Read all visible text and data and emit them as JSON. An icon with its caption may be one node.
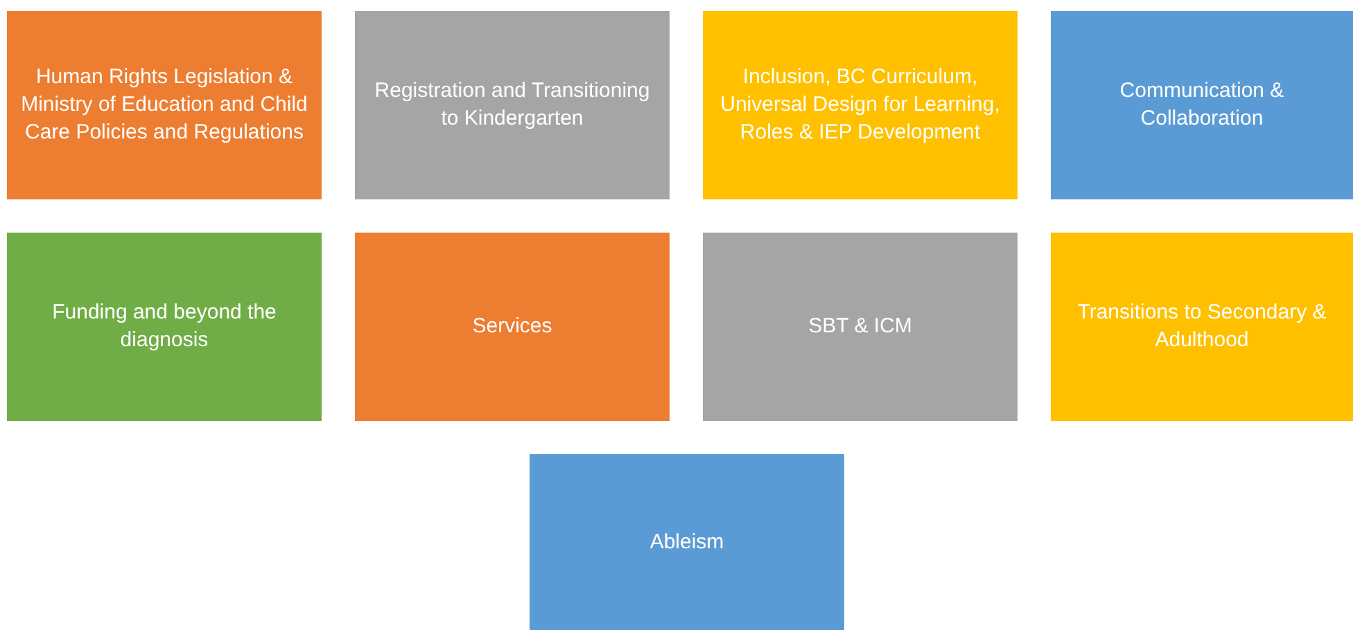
{
  "diagram": {
    "nodes": [
      {
        "text": [
          "Human Rights Legislation & Ministry of Education and Child Care Policies and Regulations"
        ]
      },
      {
        "text": [
          "Registration and Transitioning to Kindergarten"
        ]
      },
      {
        "text": [
          "Inclusion, BC Curriculum, Universal Design for Learning, Roles & IEP Development"
        ]
      },
      {
        "text": [
          "Communication & Collaboration"
        ]
      },
      {
        "text": [
          "Funding and beyond the diagnosis"
        ]
      },
      {
        "text": [
          "Services"
        ]
      },
      {
        "text": [
          "SBT & ICM"
        ]
      },
      {
        "text": [
          "Transitions to Secondary & Adulthood"
        ]
      },
      {
        "text": [
          "Ableism"
        ]
      }
    ]
  }
}
